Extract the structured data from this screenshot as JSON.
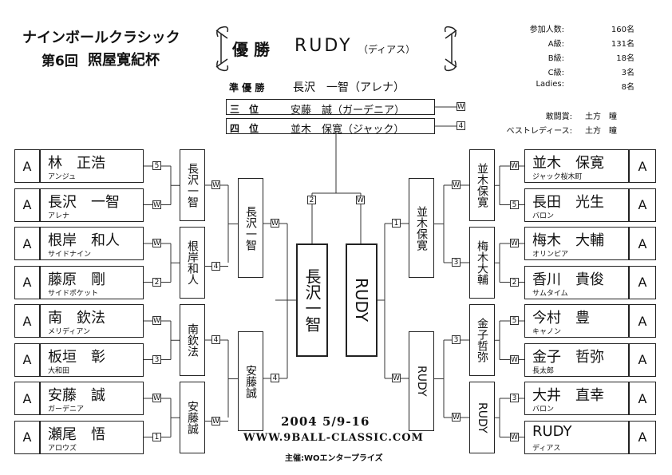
{
  "header": {
    "title_line1": "ナインボールクラシック",
    "title_edition": "第6回",
    "title_cup": "照屋寛紀杯"
  },
  "winner": {
    "label": "優 勝",
    "name": "RUDY",
    "team": "（ディアス）"
  },
  "places": [
    {
      "label": "準 優 勝",
      "name": "長沢　一智（アレナ）"
    },
    {
      "label": "三　位",
      "name": "安藤　誠（ガーデニア）",
      "score": "W"
    },
    {
      "label": "四　位",
      "name": "並木　保寛（ジャック）",
      "score": "4"
    }
  ],
  "stats": [
    {
      "label": "参加人数:",
      "value": "160名"
    },
    {
      "label": "A級:",
      "value": "131名"
    },
    {
      "label": "B級:",
      "value": "18名"
    },
    {
      "label": "C級:",
      "value": "3名"
    },
    {
      "label": "Ladies:",
      "value": "8名"
    }
  ],
  "awards": [
    {
      "label": "敢闘賞:",
      "value": "土方　瞳"
    },
    {
      "label": "ベストレディース:",
      "value": "土方　瞳"
    }
  ],
  "left_players": [
    {
      "grade": "A",
      "name": "林　正浩",
      "team": "アンジュ",
      "score": "5"
    },
    {
      "grade": "A",
      "name": "長沢　一智",
      "team": "アレナ",
      "score": "W"
    },
    {
      "grade": "A",
      "name": "根岸　和人",
      "team": "サイドナイン",
      "score": "W"
    },
    {
      "grade": "A",
      "name": "藤原　剛",
      "team": "サイドポケット",
      "score": "2"
    },
    {
      "grade": "A",
      "name": "南　欽法",
      "team": "メリディアン",
      "score": "W"
    },
    {
      "grade": "A",
      "name": "板垣　彰",
      "team": "大和田",
      "score": "3"
    },
    {
      "grade": "A",
      "name": "安藤　誠",
      "team": "ガーデニア",
      "score": "W"
    },
    {
      "grade": "A",
      "name": "瀬尾　悟",
      "team": "アロウズ",
      "score": "1"
    }
  ],
  "right_players": [
    {
      "grade": "A",
      "name": "並木　保寛",
      "team": "ジャック桜木町",
      "score": "W"
    },
    {
      "grade": "A",
      "name": "長田　光生",
      "team": "バロン",
      "score": "5"
    },
    {
      "grade": "A",
      "name": "梅木　大輔",
      "team": "オリンピア",
      "score": "W"
    },
    {
      "grade": "A",
      "name": "香川　貴俊",
      "team": "サムタイム",
      "score": "2"
    },
    {
      "grade": "A",
      "name": "今村　豊",
      "team": "キャノン",
      "score": "5"
    },
    {
      "grade": "A",
      "name": "金子　哲弥",
      "team": "長太郎",
      "score": "W"
    },
    {
      "grade": "A",
      "name": "大井　直幸",
      "team": "バロン",
      "score": "3"
    },
    {
      "grade": "A",
      "name": "RUDY",
      "team": "ディアス",
      "score": "W"
    }
  ],
  "left_r2": [
    {
      "name": "長沢一智",
      "score": "W"
    },
    {
      "name": "根岸和人",
      "score": "4"
    },
    {
      "name": "南欽法",
      "score": "4"
    },
    {
      "name": "安藤誠",
      "score": "W"
    }
  ],
  "right_r2": [
    {
      "name": "並木保寛",
      "score": "W"
    },
    {
      "name": "梅木大輔",
      "score": "3"
    },
    {
      "name": "金子哲弥",
      "score": "3"
    },
    {
      "name": "RUDY",
      "score": "W"
    }
  ],
  "left_r3": [
    {
      "name": "長沢一智",
      "score": "W"
    },
    {
      "name": "安藤誠",
      "score": "4"
    }
  ],
  "right_r3": [
    {
      "name": "並木保寛",
      "score": "1"
    },
    {
      "name": "RUDY",
      "score": "W"
    }
  ],
  "final": {
    "left_name": "長沢一智",
    "right_name": "RUDY",
    "left_score": "2",
    "right_score": "W"
  },
  "footer": {
    "dates": "2004 5/9-16",
    "url": "WWW.9BALL-CLASSIC.COM",
    "sponsor": "主催:WOエンタープライズ"
  }
}
